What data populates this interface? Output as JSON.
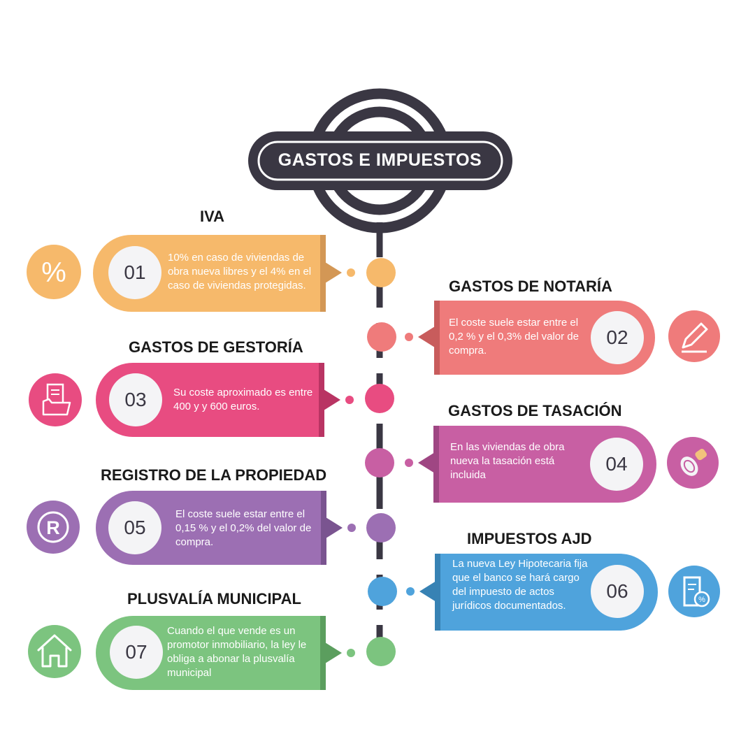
{
  "title": "GASTOS E IMPUESTOS",
  "colors": {
    "dark": "#3a3743",
    "iva": "#f6b96b",
    "notaria": "#ef7b7b",
    "gestoria": "#e84c81",
    "tasacion": "#c85fa3",
    "registro": "#9c6fb3",
    "ajd": "#4fa3dc",
    "plusvalia": "#7cc47f"
  },
  "items": [
    {
      "number": "01",
      "heading": "IVA",
      "text": "10% en caso de viviendas de obra nueva libres y el 4% en el caso de viviendas protegidas.",
      "icon": "percent-icon"
    },
    {
      "number": "02",
      "heading": "GASTOS DE NOTARÍA",
      "text": "El coste suele estar entre el 0,2 % y el 0,3% del valor de compra.",
      "icon": "pen-icon"
    },
    {
      "number": "03",
      "heading": "GASTOS DE GESTORÍA",
      "text": "Su coste aproximado es entre 400 y y 600 euros.",
      "icon": "folder-document-icon"
    },
    {
      "number": "04",
      "heading": "GASTOS DE TASACIÓN",
      "text": "En las viviendas de obra nueva la tasación está incluida",
      "icon": "stamp-icon"
    },
    {
      "number": "05",
      "heading": "REGISTRO DE LA PROPIEDAD",
      "text": "El coste suele estar entre el 0,15 % y el 0,2% del valor de compra.",
      "icon": "registered-icon"
    },
    {
      "number": "06",
      "heading": "IMPUESTOS AJD",
      "text": "La nueva Ley Hipotecaria fija que el banco se hará cargo del impuesto de actos jurídicos documentados.",
      "icon": "tax-document-icon"
    },
    {
      "number": "07",
      "heading": "PLUSVALÍA MUNICIPAL",
      "text": "Cuando el que vende es un promotor inmobiliario, la ley le obliga a abonar la plusvalía municipal",
      "icon": "house-icon"
    }
  ]
}
